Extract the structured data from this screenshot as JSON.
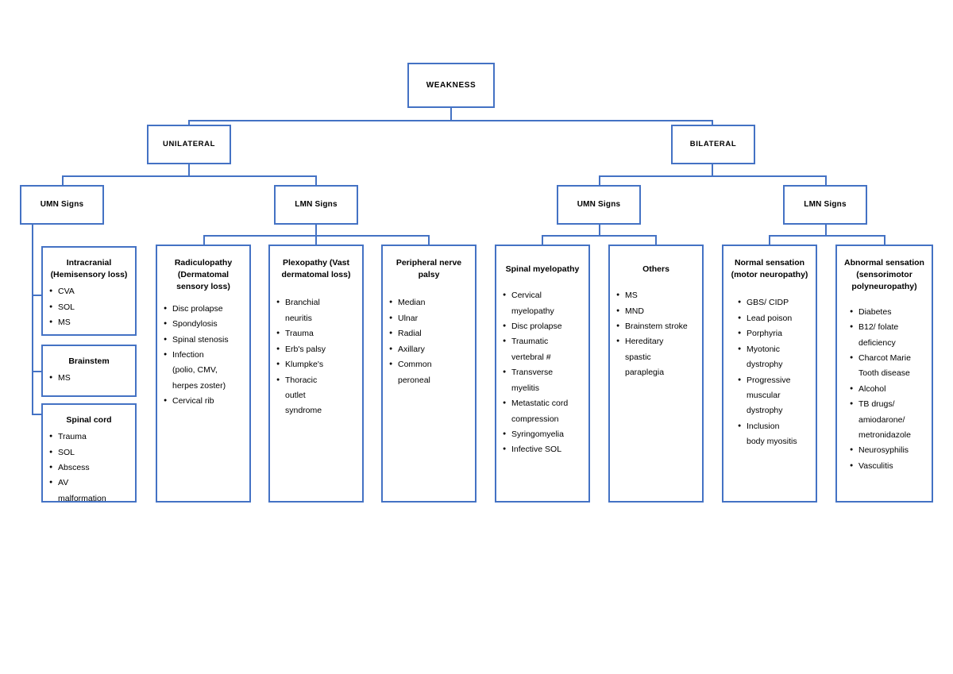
{
  "diagram": {
    "title": "WEAKNESS",
    "root": {
      "label": "WEAKNESS"
    },
    "level2": [
      {
        "label": "UNILATERAL"
      },
      {
        "label": "BILATERAL"
      }
    ],
    "level3": [
      {
        "label": "UMN Signs",
        "parent": "UNILATERAL"
      },
      {
        "label": "LMN Signs",
        "parent": "UNILATERAL"
      },
      {
        "label": "UMN Signs",
        "parent": "BILATERAL"
      },
      {
        "label": "LMN Signs",
        "parent": "BILATERAL"
      }
    ],
    "leaves": {
      "intracranial": {
        "head": "Intracranial\n(Hemisensory loss)",
        "items": [
          "CVA",
          "SOL",
          "MS"
        ]
      },
      "brainstem": {
        "head": "Brainstem",
        "items": [
          "MS"
        ]
      },
      "spinal_cord": {
        "head": "Spinal cord",
        "items": [
          "Trauma",
          "SOL",
          "Abscess",
          "AV\nmalformation"
        ]
      },
      "radiculopathy": {
        "head": "Radiculopathy\n(Dermatomal sensory\nloss)",
        "items": [
          "Disc prolapse",
          "Spondylosis",
          "Spinal stenosis",
          "Infection\n(polio, CMV,\nherpes zoster)",
          "Cervical rib"
        ]
      },
      "plexopathy": {
        "head": "Plexopathy (Vast\ndermatomal loss)",
        "items": [
          "Branchial\nneuritis",
          "Trauma",
          "Erb's palsy",
          "Klumpke's",
          "Thoracic\noutlet\nsyndrome"
        ]
      },
      "peripheral_nerve_palsy": {
        "head": "Peripheral nerve\npalsy",
        "items": [
          "Median",
          "Ulnar",
          "Radial",
          "Axillary",
          "Common\nperoneal"
        ]
      },
      "spinal_myelopathy": {
        "head": "Spinal myelopathy",
        "items": [
          "Cervical\nmyelopathy",
          "Disc prolapse",
          "Traumatic\nvertebral #",
          "Transverse\nmyelitis",
          "Metastatic cord\ncompression",
          "Syringomyelia",
          "Infective SOL"
        ]
      },
      "others": {
        "head": "Others",
        "items": [
          "MS",
          "MND",
          "Brainstem stroke",
          "Hereditary\nspastic\nparaplegia"
        ]
      },
      "normal_sensation": {
        "head": "Normal sensation\n(motor neuropathy)",
        "items": [
          "GBS/ CIDP",
          "Lead poison",
          "Porphyria",
          "Myotonic\ndystrophy",
          "Progressive\nmuscular\ndystrophy",
          "Inclusion\nbody myositis"
        ]
      },
      "abnormal_sensation": {
        "head": "Abnormal sensation\n(sensorimotor\npolyneuropathy)",
        "items": [
          "Diabetes",
          "B12/ folate\ndeficiency",
          "Charcot Marie\nTooth disease",
          "Alcohol",
          "TB drugs/\namiodarone/\nmetronidazole",
          "Neurosyphilis",
          "Vasculitis"
        ]
      }
    },
    "colors": {
      "border": "#4472C4",
      "connector": "#4472C4",
      "background": "#FFFFFF",
      "text": "#000000"
    }
  }
}
